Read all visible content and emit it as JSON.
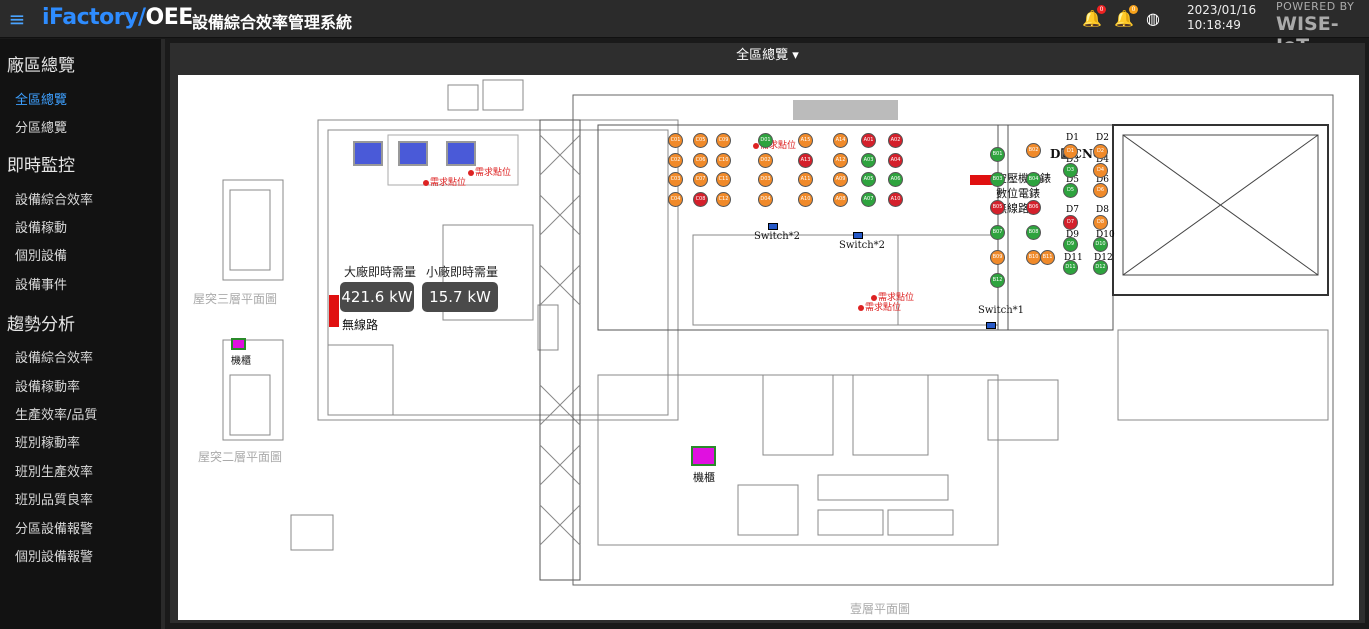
{
  "header": {
    "app_title": "設備綜合效率管理系統",
    "logo_part1": "iFactory/",
    "logo_part2": "OEE",
    "date": "2023/01/16",
    "time": "10:18:49",
    "powered_by": "POWERED BY",
    "brand": "WISE-IoT",
    "alert_count_1": "0",
    "alert_count_2": "0"
  },
  "sidebar": {
    "sections": [
      {
        "title": "廠區總覽",
        "items": [
          "全區總覽",
          "分區總覽"
        ]
      },
      {
        "title": "即時監控",
        "items": [
          "設備綜合效率",
          "設備稼動",
          "個別設備",
          "設備事件"
        ]
      },
      {
        "title": "趨勢分析",
        "items": [
          "設備綜合效率",
          "設備稼動率",
          "生產效率/品質",
          "班別稼動率",
          "班別生產效率",
          "班別品質良率",
          "分區設備報警",
          "個別設備報警"
        ]
      }
    ],
    "active_item": "全區總覽"
  },
  "main": {
    "view_select": "全區總覽 ▾"
  },
  "map": {
    "captions": {
      "roof3": "屋突三層平面圖",
      "roof2": "屋突二層平面圖",
      "floor1": "壹層平面圖"
    },
    "meters": [
      {
        "label": "大廠即時需量",
        "value": "421.6 kW"
      },
      {
        "label": "小廠即時需量",
        "value": "15.7 kW"
      }
    ],
    "wireless_1": "無線路",
    "req_label": "需求點位",
    "switch_labels": [
      "Switch*2",
      "Switch*2",
      "Switch*1"
    ],
    "d_zone": "D區CNC",
    "compressor": "空壓機總錶",
    "digital": "數位電錶",
    "wireless_2": "無線路",
    "rack": "機櫃",
    "rack2": "機櫃",
    "d_labels": [
      "D1",
      "D2",
      "D3",
      "D4",
      "D5",
      "D6",
      "D7",
      "D8",
      "D9",
      "D10",
      "D11",
      "D12"
    ],
    "dots": [
      {
        "id": "C01",
        "c": "o"
      },
      {
        "id": "C05",
        "c": "o"
      },
      {
        "id": "C09",
        "c": "o"
      },
      {
        "id": "D01",
        "c": "g"
      },
      {
        "id": "A15",
        "c": "o"
      },
      {
        "id": "A14",
        "c": "o"
      },
      {
        "id": "A01",
        "c": "r"
      },
      {
        "id": "A02",
        "c": "r"
      },
      {
        "id": "C02",
        "c": "o"
      },
      {
        "id": "C06",
        "c": "o"
      },
      {
        "id": "C10",
        "c": "o"
      },
      {
        "id": "D02",
        "c": "o"
      },
      {
        "id": "A13",
        "c": "r"
      },
      {
        "id": "A12",
        "c": "o"
      },
      {
        "id": "A03",
        "c": "g"
      },
      {
        "id": "A04",
        "c": "r"
      },
      {
        "id": "C03",
        "c": "o"
      },
      {
        "id": "C07",
        "c": "o"
      },
      {
        "id": "C11",
        "c": "o"
      },
      {
        "id": "D03",
        "c": "o"
      },
      {
        "id": "A11",
        "c": "o"
      },
      {
        "id": "A09",
        "c": "o"
      },
      {
        "id": "A05",
        "c": "g"
      },
      {
        "id": "A06",
        "c": "g"
      },
      {
        "id": "C04",
        "c": "o"
      },
      {
        "id": "C08",
        "c": "r"
      },
      {
        "id": "C12",
        "c": "o"
      },
      {
        "id": "D04",
        "c": "o"
      },
      {
        "id": "A10",
        "c": "o"
      },
      {
        "id": "A08",
        "c": "o"
      },
      {
        "id": "A07",
        "c": "g"
      },
      {
        "id": "A10b",
        "c": "r"
      },
      {
        "id": "B01",
        "c": "g"
      },
      {
        "id": "B02",
        "c": "o"
      },
      {
        "id": "B03",
        "c": "g"
      },
      {
        "id": "B04",
        "c": "g"
      },
      {
        "id": "B05",
        "c": "r"
      },
      {
        "id": "B06",
        "c": "r"
      },
      {
        "id": "B07",
        "c": "g"
      },
      {
        "id": "B08",
        "c": "g"
      },
      {
        "id": "B09",
        "c": "o"
      },
      {
        "id": "B10",
        "c": "o"
      },
      {
        "id": "B11",
        "c": "o"
      },
      {
        "id": "B12",
        "c": "g"
      },
      {
        "id": "D1",
        "c": "o"
      },
      {
        "id": "D2",
        "c": "o"
      },
      {
        "id": "D3",
        "c": "g"
      },
      {
        "id": "D4",
        "c": "o"
      },
      {
        "id": "D5",
        "c": "g"
      },
      {
        "id": "D6",
        "c": "o"
      },
      {
        "id": "D7",
        "c": "r"
      },
      {
        "id": "D8",
        "c": "o"
      },
      {
        "id": "D9",
        "c": "g"
      },
      {
        "id": "D10",
        "c": "g"
      },
      {
        "id": "D11",
        "c": "g"
      },
      {
        "id": "D12",
        "c": "g"
      }
    ]
  }
}
